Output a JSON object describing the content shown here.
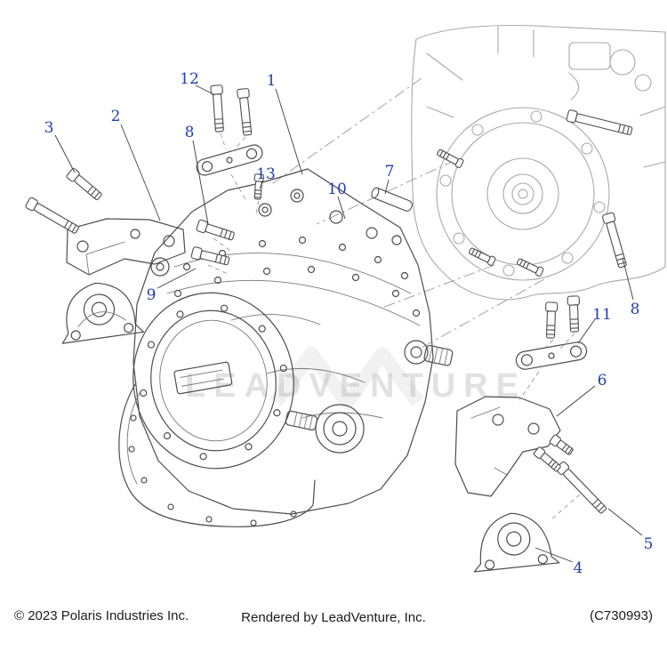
{
  "diagram": {
    "watermark": "LEADVENTURE",
    "callout_color": "#1e3fae",
    "line_color": "#4d4d4d",
    "faded_line_color": "#a9a9a9",
    "footer": {
      "copyright": "© 2023 Polaris Industries Inc.",
      "rendered_by": "Rendered by LeadVenture, Inc.",
      "document_code": "(C730993)"
    },
    "callouts": [
      {
        "id": "1",
        "number": "1"
      },
      {
        "id": "2",
        "number": "2"
      },
      {
        "id": "3",
        "number": "3"
      },
      {
        "id": "4",
        "number": "4"
      },
      {
        "id": "5",
        "number": "5"
      },
      {
        "id": "6",
        "number": "6"
      },
      {
        "id": "7",
        "number": "7"
      },
      {
        "id": "8-left",
        "number": "8"
      },
      {
        "id": "8-right",
        "number": "8"
      },
      {
        "id": "9",
        "number": "9"
      },
      {
        "id": "10",
        "number": "10"
      },
      {
        "id": "11",
        "number": "11"
      },
      {
        "id": "12",
        "number": "12"
      },
      {
        "id": "13",
        "number": "13"
      }
    ]
  }
}
